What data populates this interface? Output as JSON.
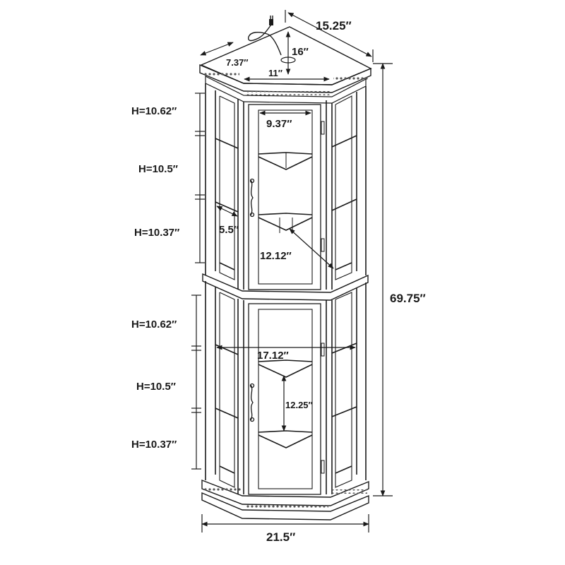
{
  "diagram": {
    "top_dims": {
      "depth_diag": "15.25″",
      "back_depth": "16″",
      "side_short": "7.37″",
      "front_top": "11″"
    },
    "upper_inner": {
      "door_width": "9.37″",
      "shelf_side": "5.5″",
      "shelf_depth": "12.12″"
    },
    "lower_inner": {
      "inner_width": "17.12″",
      "shelf_gap": "12.25″"
    },
    "overall": {
      "height": "69.75″",
      "base_width": "21.5″"
    },
    "shelf_heights_upper": [
      "H=10.62″",
      "H=10.5″",
      "H=10.37″"
    ],
    "shelf_heights_lower": [
      "H=10.62″",
      "H=10.5″",
      "H=10.37″"
    ]
  }
}
